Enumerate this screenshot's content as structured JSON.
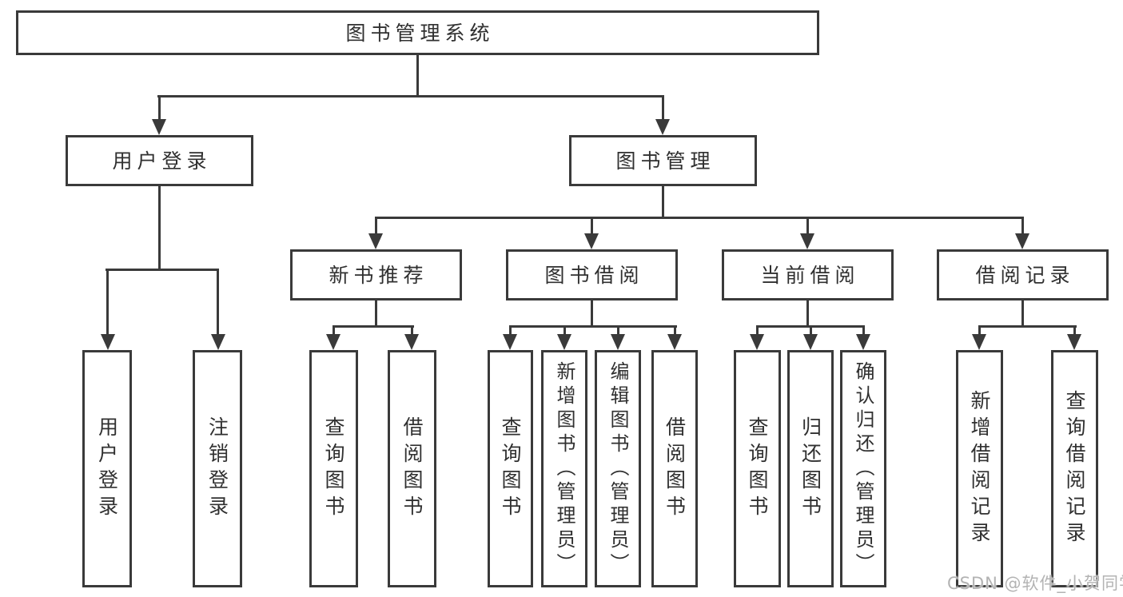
{
  "tree": {
    "root": {
      "label": "图书管理系统"
    },
    "branches": [
      {
        "label": "用户登录",
        "children": [
          {
            "label": "用户登录"
          },
          {
            "label": "注销登录"
          }
        ]
      },
      {
        "label": "图书管理",
        "children": [
          {
            "label": "新书推荐",
            "children": [
              {
                "label": "查询图书"
              },
              {
                "label": "借阅图书"
              }
            ]
          },
          {
            "label": "图书借阅",
            "children": [
              {
                "label": "查询图书"
              },
              {
                "label": "新增图书（管理员）"
              },
              {
                "label": "编辑图书（管理员）"
              },
              {
                "label": "借阅图书"
              }
            ]
          },
          {
            "label": "当前借阅",
            "children": [
              {
                "label": "查询图书"
              },
              {
                "label": "归还图书"
              },
              {
                "label": "确认归还（管理员）"
              }
            ]
          },
          {
            "label": "借阅记录",
            "children": [
              {
                "label": "新增借阅记录"
              },
              {
                "label": "查询借阅记录"
              }
            ]
          }
        ]
      }
    ]
  },
  "watermark": {
    "text": "CSDN @软件_小贺同学"
  },
  "colors": {
    "line": "#3a3a3a",
    "text": "#303030",
    "watermark": "#b3b3b3",
    "background": "#ffffff"
  }
}
